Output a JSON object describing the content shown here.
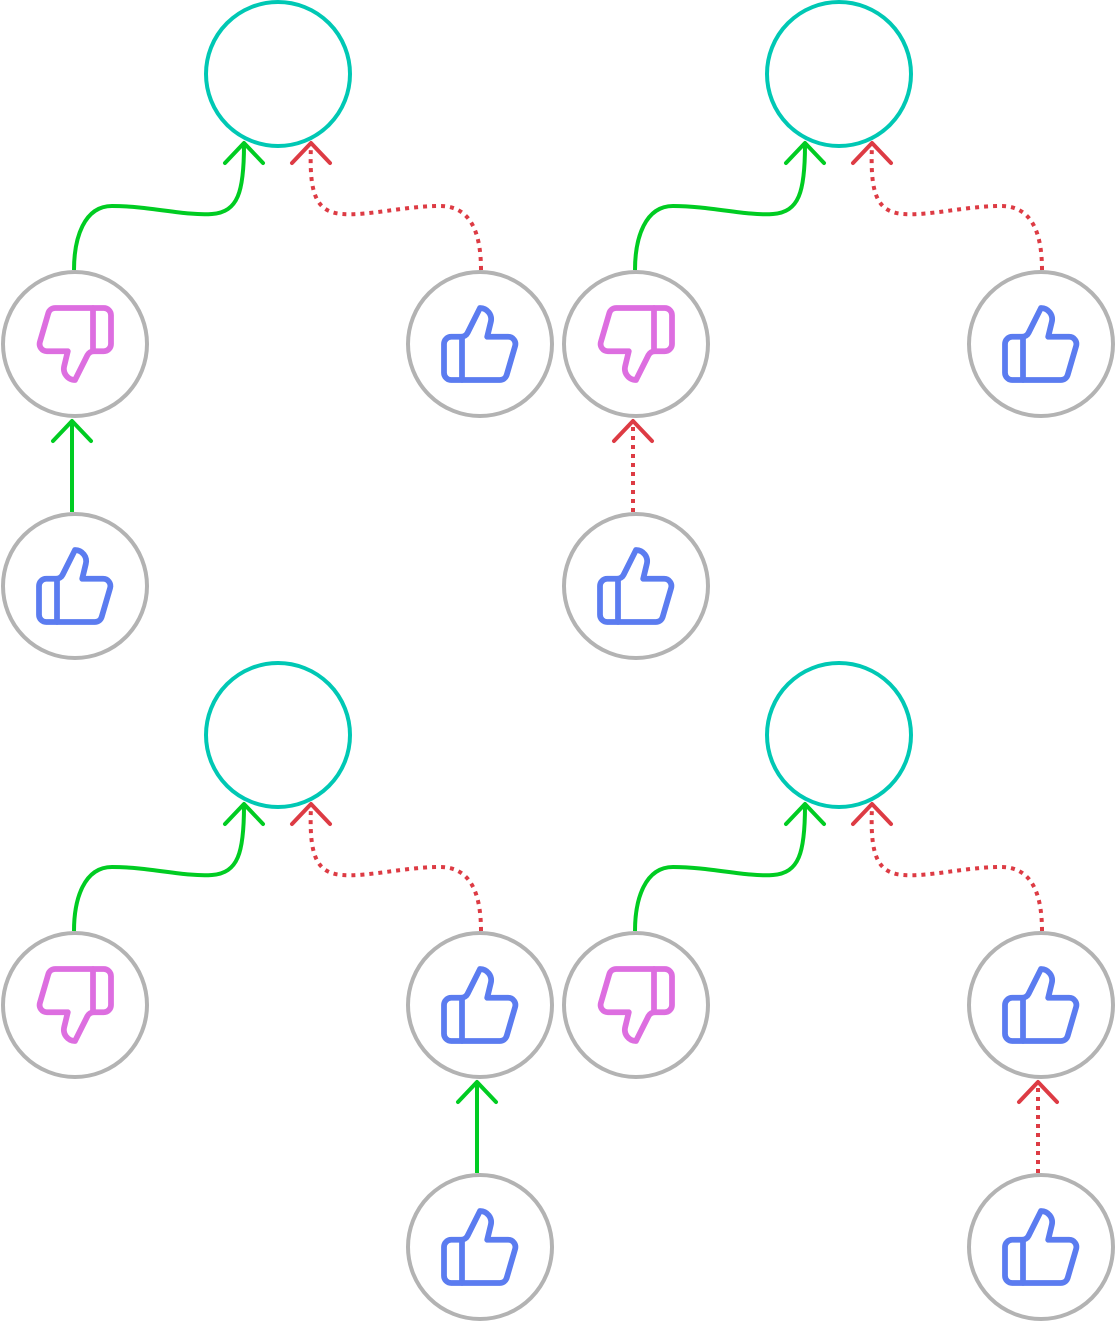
{
  "colors": {
    "background": "#ffffff",
    "root_stroke": "#00c8b4",
    "node_stroke": "#b3b3b3",
    "support_edge": "#00cc22",
    "attack_edge": "#dd3b44",
    "thumb_up": "#5b7cf0",
    "thumb_down": "#dd6ee0"
  },
  "diagrams": [
    {
      "root": {
        "icon": "none"
      },
      "left": {
        "icon": "thumbs-down-icon",
        "edge": "support"
      },
      "right": {
        "icon": "thumbs-up-icon",
        "edge": "attack"
      },
      "child": {
        "icon": "thumbs-up-icon",
        "parent": "left",
        "edge": "support"
      }
    },
    {
      "root": {
        "icon": "none"
      },
      "left": {
        "icon": "thumbs-down-icon",
        "edge": "support"
      },
      "right": {
        "icon": "thumbs-up-icon",
        "edge": "attack"
      },
      "child": {
        "icon": "thumbs-up-icon",
        "parent": "left",
        "edge": "attack"
      }
    },
    {
      "root": {
        "icon": "none"
      },
      "left": {
        "icon": "thumbs-down-icon",
        "edge": "support"
      },
      "right": {
        "icon": "thumbs-up-icon",
        "edge": "attack"
      },
      "child": {
        "icon": "thumbs-up-icon",
        "parent": "right",
        "edge": "support"
      }
    },
    {
      "root": {
        "icon": "none"
      },
      "left": {
        "icon": "thumbs-down-icon",
        "edge": "support"
      },
      "right": {
        "icon": "thumbs-up-icon",
        "edge": "attack"
      },
      "child": {
        "icon": "thumbs-up-icon",
        "parent": "right",
        "edge": "attack"
      }
    }
  ]
}
